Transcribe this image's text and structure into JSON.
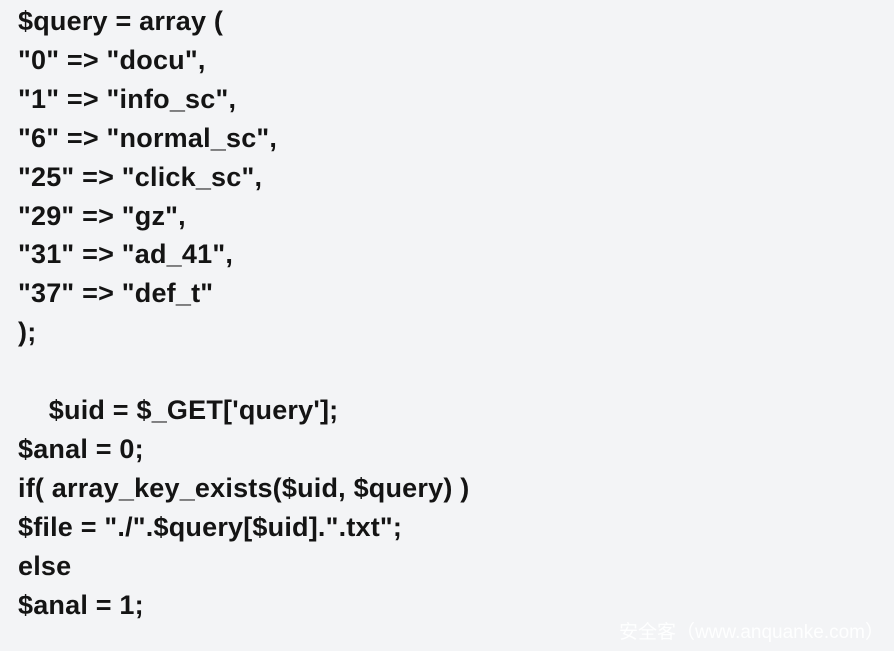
{
  "page": {
    "background_color": "#f3f4f6",
    "text_color": "#141414"
  },
  "code": {
    "language": "php",
    "lines": [
      "$query = array (",
      "\"0\" => \"docu\",",
      "\"1\" => \"info_sc\",",
      "\"6\" => \"normal_sc\",",
      "\"25\" => \"click_sc\",",
      "\"29\" => \"gz\",",
      "\"31\" => \"ad_41\",",
      "\"37\" => \"def_t\"",
      ");",
      "",
      "    $uid = $_GET['query'];",
      "$anal = 0;",
      "if( array_key_exists($uid, $query) )",
      "$file = \"./\".$query[$uid].\".txt\";",
      "else",
      "$anal = 1;"
    ]
  },
  "watermark": {
    "text": "安全客（www.anquanke.com）",
    "color": "rgba(255,255,255,0.92)"
  }
}
